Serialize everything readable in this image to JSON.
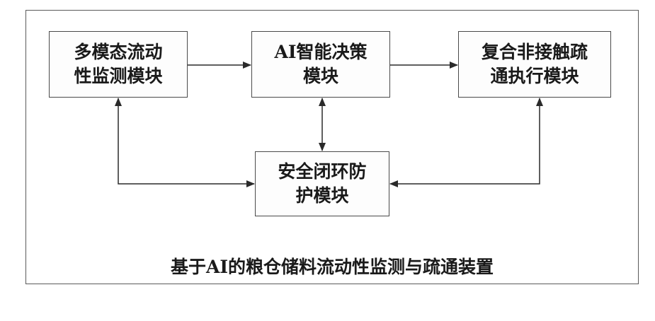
{
  "modules": {
    "multimodal_monitoring": {
      "line1": "多模态流动",
      "line2": "性监测模块"
    },
    "ai_decision": {
      "line1": "AI智能决策",
      "line2": "模块"
    },
    "composite_dredging": {
      "line1": "复合非接触疏",
      "line2": "通执行模块"
    },
    "safety_protection": {
      "line1": "安全闭环防",
      "line2": "护模块"
    }
  },
  "caption": "基于AI的粮仓储料流动性监测与疏通装置",
  "colors": {
    "line": "#2a2a2a",
    "frame": "#5a5a5a"
  }
}
